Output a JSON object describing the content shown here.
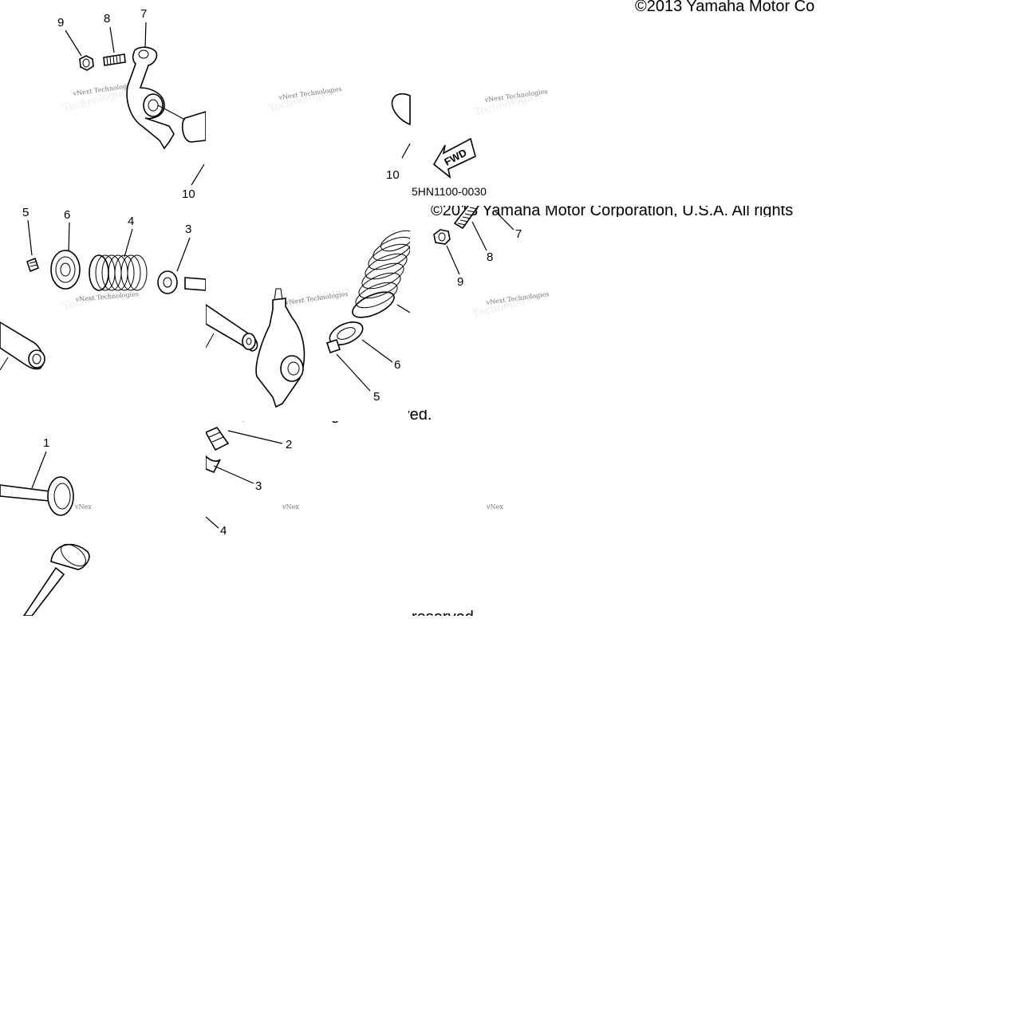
{
  "diagram": {
    "callouts": {
      "tile_a": [
        "9",
        "8",
        "7",
        "10"
      ],
      "tile_b": [
        "10"
      ],
      "tile_d": [
        "5",
        "6",
        "4",
        "3"
      ],
      "tile_f": [
        "7",
        "8",
        "9"
      ],
      "tile_e": [
        "6",
        "5"
      ],
      "tile_g": [
        "1"
      ],
      "tile_h": [
        "2",
        "3",
        "4"
      ]
    },
    "diagram_code": "5HN1100-0030",
    "fwd_label": "FWD",
    "copyright_top": "©2013 Yamaha Motor Co",
    "copyright_mid_a": "©2013 Yamaha Motor Corporation, U.S.A. All rights",
    "copyright_mid_b": "Corporation, U.S.A. All rights reserved.",
    "copyright_bottom": "reserved.",
    "watermark": "vNext Technologies",
    "watermark_short": "vNex"
  }
}
